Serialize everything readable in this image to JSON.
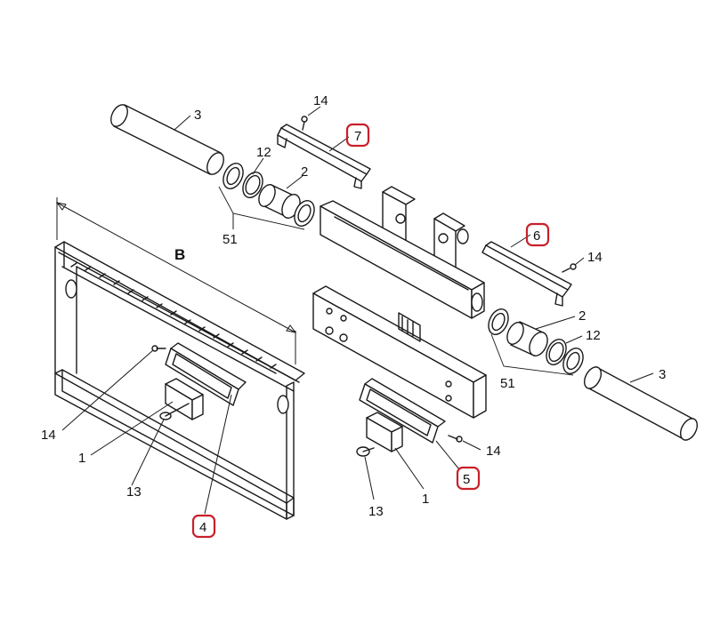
{
  "diagram": {
    "callouts": {
      "c3_top": "3",
      "c14_top": "14",
      "c7": "7",
      "c12_top": "12",
      "c2_top": "2",
      "c51_top": "51",
      "cB": "B",
      "c6": "6",
      "c14_right": "14",
      "c2_right": "2",
      "c12_right": "12",
      "c51_right": "51",
      "c3_right": "3",
      "c14_left": "14",
      "c1_left": "1",
      "c13_left": "13",
      "c4": "4",
      "c14_mid": "14",
      "c5": "5",
      "c1_mid": "1",
      "c13_mid": "13"
    },
    "highlight_color": "#c8202a"
  }
}
